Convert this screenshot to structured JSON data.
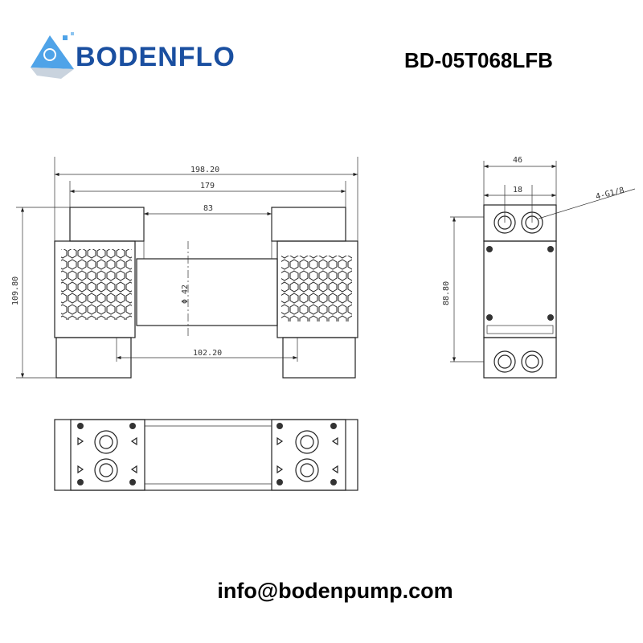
{
  "header": {
    "brand": "BODENFLO",
    "model": "BD-05T068LFB"
  },
  "dimensions": {
    "front": {
      "overall_length": "198.20",
      "body_length": "179",
      "head_gap": "83",
      "diameter": "Φ 42",
      "base_span": "102.20",
      "height": "109.80"
    },
    "side": {
      "width": "46",
      "port_spacing": "18",
      "ports": "4-G1/8",
      "height": "88.80"
    }
  },
  "footer": {
    "email": "info@bodenpump.com"
  },
  "colors": {
    "brand": "#1a4fa0",
    "accent": "#4fa3e8"
  }
}
